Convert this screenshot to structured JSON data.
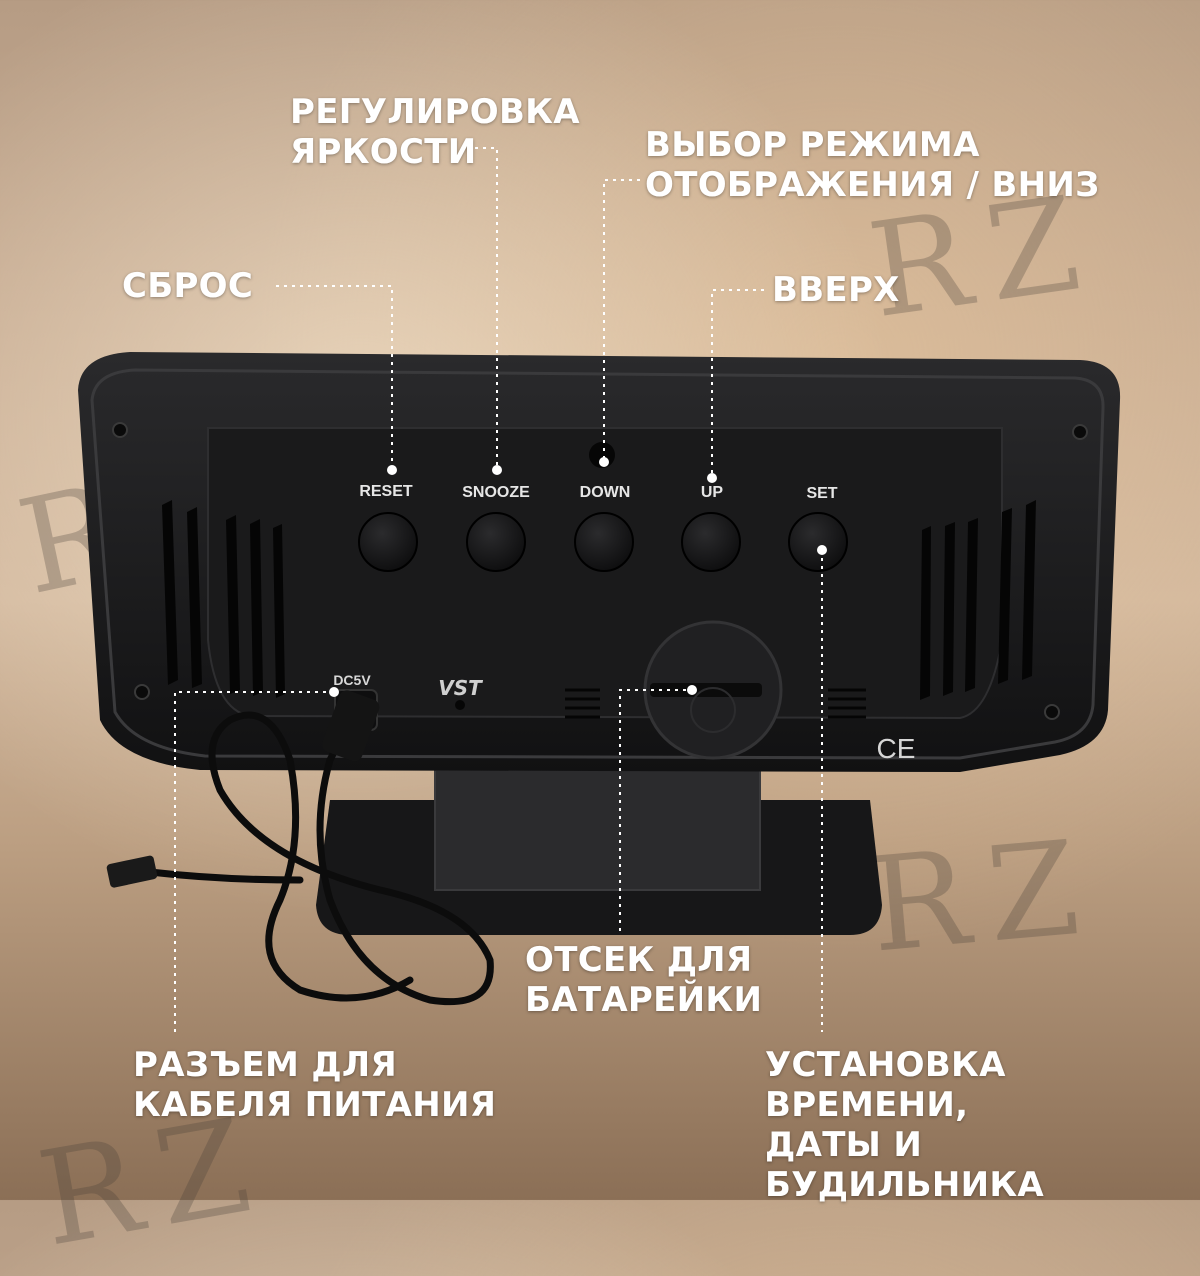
{
  "callouts": {
    "brightness": [
      "РЕГУЛИРОВКА",
      "ЯРКОСТИ"
    ],
    "mode": [
      "ВЫБОР РЕЖИМА",
      "ОТОБРАЖЕНИЯ / ВНИЗ"
    ],
    "reset": "СБРОС",
    "up": "ВВЕРХ",
    "battery": [
      "ОТСЕК ДЛЯ",
      "БАТАРЕЙКИ"
    ],
    "power": [
      "РАЗЪЕМ ДЛЯ",
      "КАБЕЛЯ ПИТАНИЯ"
    ],
    "set": [
      "УСТАНОВКА ВРЕМЕНИ,",
      "ДАТЫ И БУДИЛЬНИКА"
    ]
  },
  "buttons": [
    "RESET",
    "SNOOZE",
    "DOWN",
    "UP",
    "SET"
  ],
  "device": {
    "dc_label": "DC5V",
    "brand": "VST",
    "ce_mark": "CE"
  },
  "watermark": "RZ",
  "colors": {
    "callout_text": "#ffffff",
    "device_body": "#1c1c1e",
    "button": "#161617"
  }
}
